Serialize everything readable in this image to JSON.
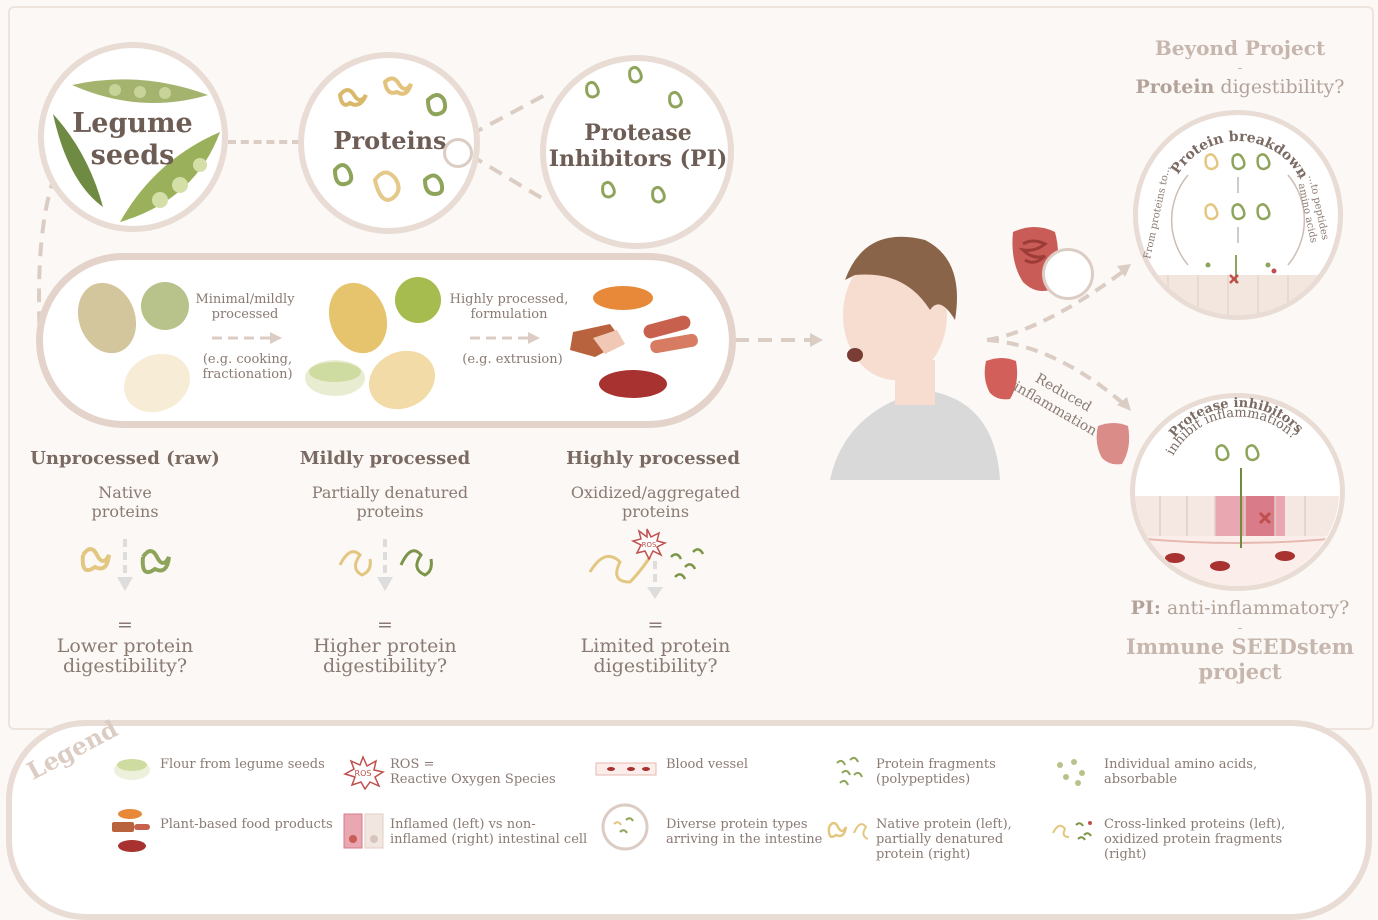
{
  "top_circles": {
    "legume": {
      "line1": "Legume",
      "line2": "seeds"
    },
    "proteins": "Proteins",
    "pi": {
      "line1": "Protease",
      "line2": "Inhibitors (PI)"
    }
  },
  "processing": {
    "step1": {
      "line1": "Minimal/mildly",
      "line2": "processed",
      "ex1": "(e.g. cooking,",
      "ex2": "fractionation)"
    },
    "step2": {
      "line1": "Highly processed,",
      "line2": "formulation",
      "ex1": "(e.g. extrusion)"
    }
  },
  "stages": [
    {
      "title": "Unprocessed (raw)",
      "sub1": "Native",
      "sub2": "proteins",
      "eq": "=",
      "res1": "Lower protein",
      "res2": "digestibility?"
    },
    {
      "title": "Mildly processed",
      "sub1": "Partially denatured",
      "sub2": "proteins",
      "eq": "=",
      "res1": "Higher protein",
      "res2": "digestibility?"
    },
    {
      "title": "Highly processed",
      "sub1": "Oxidized/aggregated",
      "sub2": "proteins",
      "eq": "=",
      "res1": "Limited protein",
      "res2": "digestibility?"
    }
  ],
  "beyond": {
    "title": "Beyond Project",
    "dash": "-",
    "q_bold": "Protein",
    "q_rest": " digestibility?"
  },
  "breakdown": {
    "arc_top": "Protein breakdown",
    "left": "From proteins to...",
    "right1": "...to peptides",
    "right2": "+ amino acids"
  },
  "reduced": {
    "line1": "Reduced",
    "line2": "inflammation"
  },
  "pi_inflam": {
    "line1": "Protease inhibitors",
    "line2": "inhibit inflammation?"
  },
  "pi_anti": {
    "bold": "PI:",
    "rest": " anti-inflammatory?",
    "dash": "-",
    "proj1": "Immune SEEDstem",
    "proj2": "project"
  },
  "ros_label": "ROS",
  "legend": {
    "title": "Legend",
    "items": [
      {
        "t1": "Flour from legume seeds",
        "t2": "",
        "t3": ""
      },
      {
        "t1": "ROS =",
        "t2": "Reactive Oxygen Species",
        "t3": ""
      },
      {
        "t1": "Blood vessel",
        "t2": "",
        "t3": ""
      },
      {
        "t1": "Protein fragments",
        "t2": "(polypeptides)",
        "t3": ""
      },
      {
        "t1": "Individual amino acids,",
        "t2": "absorbable",
        "t3": ""
      },
      {
        "t1": "Plant-based food products",
        "t2": "",
        "t3": ""
      },
      {
        "t1": "Inflamed (left) vs non-",
        "t2": "inflamed (right) intestinal cell",
        "t3": ""
      },
      {
        "t1": "Diverse protein types",
        "t2": "arriving in the intestine",
        "t3": ""
      },
      {
        "t1": "Native protein (left),",
        "t2": "partially denatured",
        "t3": "protein (right)"
      },
      {
        "t1": "Cross-linked proteins (left),",
        "t2": "oxidized protein fragments",
        "t3": "(right)"
      }
    ]
  },
  "colors": {
    "accent": "#e3d3ca",
    "text": "#7a6a62",
    "green": "#9aaa6a",
    "yellow": "#e8cf8a",
    "red": "#c0504d"
  }
}
